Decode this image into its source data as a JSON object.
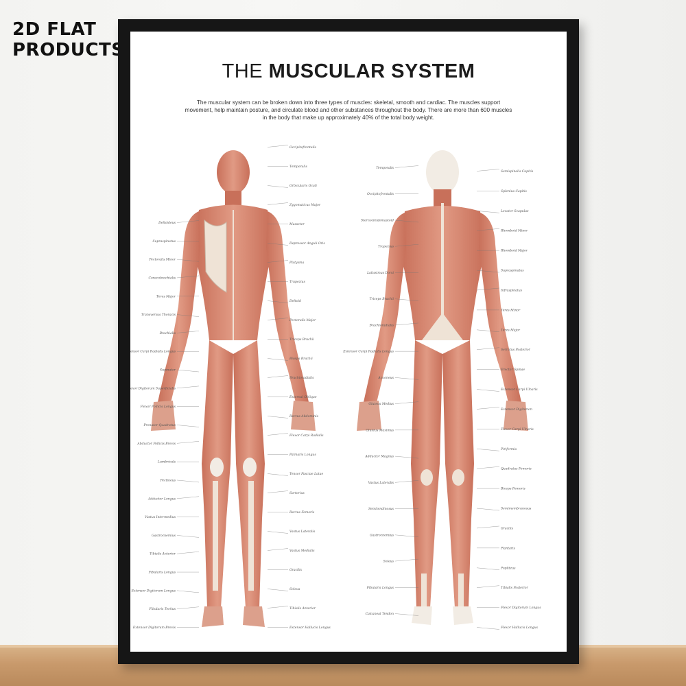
{
  "brand": {
    "line1": "2D FLAT",
    "line2": "PRODUCTS"
  },
  "poster": {
    "title_light": "THE ",
    "title_bold": "MUSCULAR SYSTEM",
    "description": "The muscular system can be broken down into three types of muscles: skeletal, smooth and cardiac. The muscles support movement, help maintain posture, and circulate blood and other substances throughout the body. There are more than 600 muscles in the body that make up approximately 40% of the total body weight."
  },
  "front_labels": {
    "left": [
      "Deltoideus",
      "Supraspinatus",
      "Pectoralis Minor",
      "Coracobrachialis",
      "Teres Major",
      "Transversus Thoracis",
      "Brachialis",
      "Extensor Carpi Radialis Longus",
      "Supinator",
      "Flexor Digitorum Superficialis",
      "Flexor Pollicis Longus",
      "Pronator Quadratus",
      "Abductor Pollicis Brevis",
      "Lumbricals",
      "Pectineus",
      "Adductor Longus",
      "Vastus Intermedius",
      "Gastrocnemius",
      "Tibialis Anterior",
      "Fibularis Longus",
      "Extensor Digitorum Longus",
      "Fibularis Tertius",
      "Extensor Digitorum Brevis"
    ],
    "right": [
      "Occipitofrontalis",
      "Temporalis",
      "Orbicularis Oculi",
      "Zygomaticus Major",
      "Masseter",
      "Depressor Anguli Oris",
      "Platysma",
      "Trapezius",
      "Deltoid",
      "Pectoralis Major",
      "Triceps Brachii",
      "Biceps Brachii",
      "Brachioradialis",
      "External Oblique",
      "Rectus Abdominis",
      "Flexor Carpi Radialis",
      "Palmaris Longus",
      "Tensor Fasciae Latae",
      "Sartorius",
      "Rectus Femoris",
      "Vastus Lateralis",
      "Vastus Medialis",
      "Gracilis",
      "Soleus",
      "Tibialis Anterior",
      "Extensor Hallucis Longus"
    ]
  },
  "back_labels": {
    "left": [
      "Temporalis",
      "Occipitofrontalis",
      "Sternocleidomastoid",
      "Trapezius",
      "Latissimus Dorsi",
      "Triceps Brachii",
      "Brachioradialis",
      "Extensor Carpi Radialis Longus",
      "Anconeus",
      "Gluteus Medius",
      "Gluteus Maximus",
      "Adductor Magnus",
      "Vastus Lateralis",
      "Semitendinosus",
      "Gastrocnemius",
      "Soleus",
      "Fibularis Longus",
      "Calcaneal Tendon"
    ],
    "right": [
      "Semispinalis Capitis",
      "Splenius Capitis",
      "Levator Scapulae",
      "Rhomboid Minor",
      "Rhomboid Major",
      "Supraspinatus",
      "Infraspinatus",
      "Teres Minor",
      "Teres Major",
      "Serratus Posterior",
      "Erector Spinae",
      "Extensor Carpi Ulnaris",
      "Extensor Digitorum",
      "Flexor Carpi Ulnaris",
      "Piriformis",
      "Quadratus Femoris",
      "Biceps Femoris",
      "Semimembranosus",
      "Gracilis",
      "Plantaris",
      "Popliteus",
      "Tibialis Posterior",
      "Flexor Digitorum Longus",
      "Flexor Hallucis Longus"
    ]
  },
  "colors": {
    "muscle": "#d98b74",
    "muscle_dark": "#b8624e",
    "tendon": "#efe3d6",
    "bone": "#f2ece4",
    "frame": "#161616",
    "wood": "#c99a6c"
  }
}
